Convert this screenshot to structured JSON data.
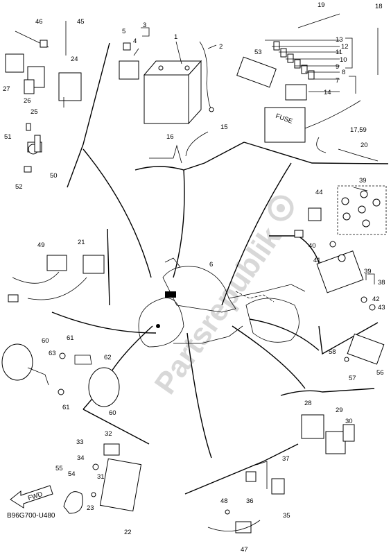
{
  "watermark": "Partsrepublik",
  "diagram_code": "B96G700-U480",
  "fwd_label": "FWD",
  "fuse_label": "FUSE",
  "callouts": [
    "1",
    "2",
    "3",
    "4",
    "5",
    "6",
    "7",
    "8",
    "9",
    "10",
    "11",
    "12",
    "13",
    "14",
    "15",
    "16",
    "17,59",
    "18",
    "19",
    "20",
    "21",
    "22",
    "23",
    "24",
    "25",
    "26",
    "27",
    "28",
    "29",
    "30",
    "31",
    "32",
    "33",
    "34",
    "35",
    "36",
    "37",
    "38",
    "39",
    "40",
    "41",
    "42",
    "43",
    "44",
    "45",
    "46",
    "47",
    "48",
    "49",
    "50",
    "51",
    "52",
    "53",
    "54",
    "55",
    "56",
    "57",
    "58",
    "60",
    "61",
    "62",
    "63"
  ]
}
